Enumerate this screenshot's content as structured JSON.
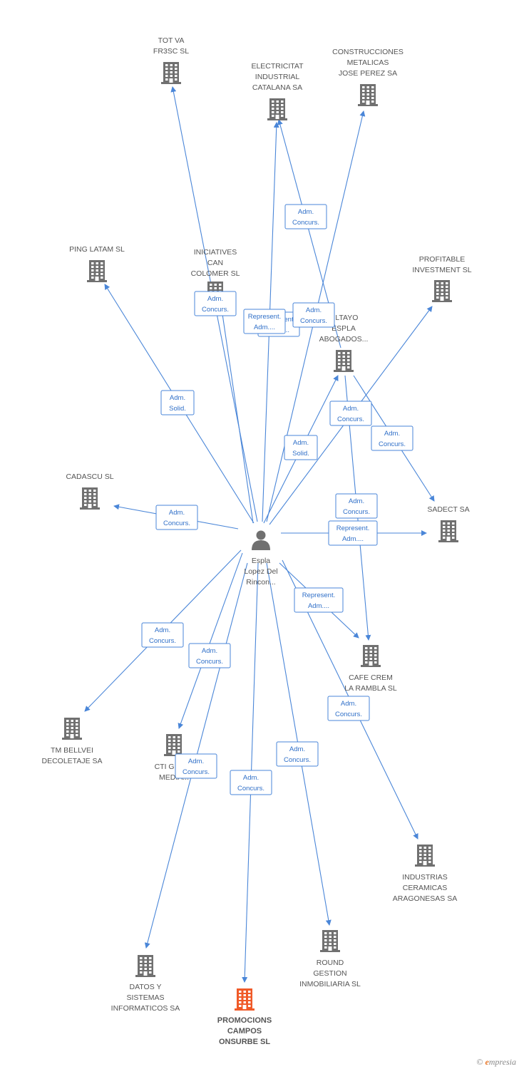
{
  "colors": {
    "edge": "#4a86d8",
    "edge_text": "#2f6fc8",
    "building": "#707070",
    "building_focus": "#f05a28",
    "person": "#707070",
    "label": "#555555",
    "brand": "#e8782a"
  },
  "center": {
    "id": "person",
    "icon": "person-icon",
    "lines": [
      "Espla",
      "Lopez Del",
      "Rincon..."
    ]
  },
  "nodes": [
    {
      "id": "totva",
      "icon": "building-icon",
      "lines": [
        "TOT VA",
        "FR3SC SL"
      ]
    },
    {
      "id": "electricitat",
      "icon": "building-icon",
      "lines": [
        "ELECTRICITAT",
        "INDUSTRIAL",
        "CATALANA SA"
      ]
    },
    {
      "id": "construcciones",
      "icon": "building-icon",
      "lines": [
        "CONSTRUCCIONES",
        "METALICAS",
        "JOSE PEREZ SA"
      ]
    },
    {
      "id": "pinglatam",
      "icon": "building-icon",
      "lines": [
        "PING LATAM SL"
      ]
    },
    {
      "id": "iniciatives",
      "icon": "building-icon",
      "lines": [
        "INICIATIVES",
        "CAN",
        "COLOMER SL"
      ]
    },
    {
      "id": "profitable",
      "icon": "building-icon",
      "lines": [
        "PROFITABLE",
        "INVESTMENT SL"
      ]
    },
    {
      "id": "altayo",
      "icon": "building-icon",
      "lines": [
        "...LTAYO",
        "ESPLA",
        "ABOGADOS..."
      ]
    },
    {
      "id": "cadascu",
      "icon": "building-icon",
      "lines": [
        "CADASCU SL"
      ]
    },
    {
      "id": "sadect",
      "icon": "building-icon",
      "lines": [
        "SADECT SA"
      ]
    },
    {
      "id": "cafecrem",
      "icon": "building-icon",
      "lines": [
        "CAFE CREM",
        "LA RAMBLA SL"
      ]
    },
    {
      "id": "tmbellvei",
      "icon": "building-icon",
      "lines": [
        "TM BELLVEI",
        "DECOLETAJE SA"
      ]
    },
    {
      "id": "ctigrin",
      "icon": "building-icon",
      "lines": [
        "CTI GRIN...",
        "MEDIA..."
      ]
    },
    {
      "id": "industrias",
      "icon": "building-icon",
      "lines": [
        "INDUSTRIAS",
        "CERAMICAS",
        "ARAGONESAS SA"
      ]
    },
    {
      "id": "round",
      "icon": "building-icon",
      "lines": [
        "ROUND",
        "GESTION",
        "INMOBILIARIA SL"
      ]
    },
    {
      "id": "datos",
      "icon": "building-icon",
      "lines": [
        "DATOS Y",
        "SISTEMAS",
        "INFORMATICOS SA"
      ]
    },
    {
      "id": "promocions",
      "icon": "building-icon",
      "focus": true,
      "lines": [
        "PROMOCIONS",
        "CAMPOS",
        "ONSURBE SL"
      ]
    }
  ],
  "edges": [
    {
      "from": "person",
      "to": "totva",
      "lines": [
        "Represent.",
        "Adm...."
      ]
    },
    {
      "from": "person",
      "to": "electricitat",
      "lines": [
        "Represent.",
        "Adm...."
      ]
    },
    {
      "from": "altayo",
      "to": "electricitat",
      "lines": [
        "Adm.",
        "Concurs."
      ]
    },
    {
      "from": "person",
      "to": "construcciones",
      "lines": [
        "Adm.",
        "Concurs."
      ]
    },
    {
      "from": "person",
      "to": "pinglatam",
      "lines": [
        "Adm.",
        "Solid."
      ]
    },
    {
      "from": "person",
      "to": "iniciatives",
      "lines": [
        "Adm.",
        "Concurs."
      ]
    },
    {
      "from": "person",
      "to": "profitable",
      "lines": [
        "Adm.",
        "Concurs."
      ]
    },
    {
      "from": "person",
      "to": "altayo",
      "lines": [
        "Adm.",
        "Solid."
      ]
    },
    {
      "from": "altayo",
      "to": "sadect",
      "lines": [
        "Adm.",
        "Concurs."
      ]
    },
    {
      "from": "altayo",
      "to": "cafecrem",
      "lines": [
        "Adm.",
        "Concurs."
      ]
    },
    {
      "from": "person",
      "to": "cadascu",
      "lines": [
        "Adm.",
        "Concurs."
      ]
    },
    {
      "from": "person",
      "to": "sadect",
      "lines": [
        "Represent.",
        "Adm...."
      ]
    },
    {
      "from": "person",
      "to": "cafecrem",
      "lines": [
        "Represent.",
        "Adm...."
      ]
    },
    {
      "from": "person",
      "to": "tmbellvei",
      "lines": [
        "Adm.",
        "Concurs."
      ]
    },
    {
      "from": "person",
      "to": "ctigrin",
      "lines": [
        "Adm.",
        "Concurs."
      ]
    },
    {
      "from": "person",
      "to": "industrias",
      "lines": [
        "Adm.",
        "Concurs."
      ]
    },
    {
      "from": "person",
      "to": "round",
      "lines": [
        "Adm.",
        "Concurs."
      ]
    },
    {
      "from": "person",
      "to": "datos",
      "lines": [
        "Adm.",
        "Concurs."
      ]
    },
    {
      "from": "person",
      "to": "promocions",
      "lines": [
        "Adm.",
        "Concurs."
      ]
    }
  ],
  "footer": {
    "copyright": "©",
    "brand_initial": "e",
    "brand_rest": "mpresia"
  }
}
